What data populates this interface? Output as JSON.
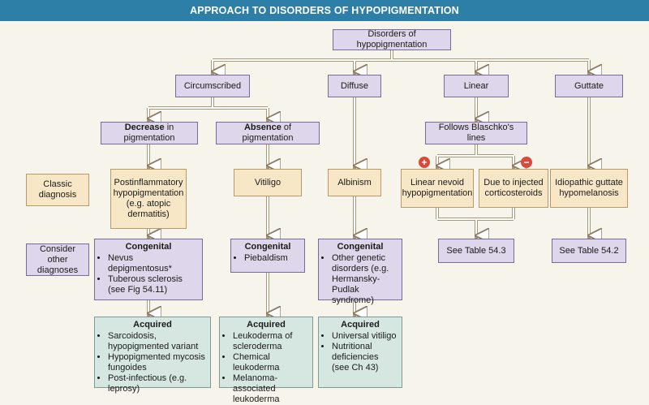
{
  "header": {
    "title": "APPROACH TO DISORDERS OF HYPOPIGMENTATION"
  },
  "root": "Disorders of hypopigmentation",
  "categories": [
    "Circumscribed",
    "Diffuse",
    "Linear",
    "Guttate"
  ],
  "circumscribed": {
    "decrease": {
      "bold": "Decrease",
      "rest": " in pigmentation"
    },
    "absence": {
      "bold": "Absence",
      "rest": " of pigmentation"
    }
  },
  "linear_sub": "Follows Blaschko's lines",
  "signs": {
    "plus": "+",
    "minus": "−"
  },
  "row_labels": {
    "classic": "Classic diagnosis",
    "other": "Consider other diagnoses"
  },
  "classic": {
    "postinflammatory": "Postinflammatory hypopigmentation (e.g. atopic dermatitis)",
    "vitiligo": "Vitiligo",
    "albinism": "Albinism",
    "linear_nevoid": "Linear nevoid hypopigmentation",
    "injected": "Due to injected corticosteroids",
    "idiopathic": "Idiopathic guttate hypomelanosis"
  },
  "congenital": {
    "title": "Congenital",
    "col1": [
      "Nevus depigmentosus*",
      "Tuberous sclerosis (see Fig 54.11)"
    ],
    "col2": [
      "Piebaldism"
    ],
    "col3": [
      "Other genetic disorders (e.g. Hermansky-Pudlak syndrome)"
    ]
  },
  "see_table": {
    "linear": "See Table 54.3",
    "guttate": "See Table 54.2"
  },
  "acquired": {
    "title": "Acquired",
    "col1": [
      "Sarcoidosis, hypopigmented variant",
      "Hypopigmented mycosis fungoides",
      "Post-infectious (e.g. leprosy)"
    ],
    "col2": [
      "Leukoderma of scleroderma",
      "Chemical leukoderma",
      "Melanoma-associated leukoderma"
    ],
    "col3": [
      "Universal vitiligo",
      "Nutritional deficiencies (see Ch 43)"
    ]
  }
}
